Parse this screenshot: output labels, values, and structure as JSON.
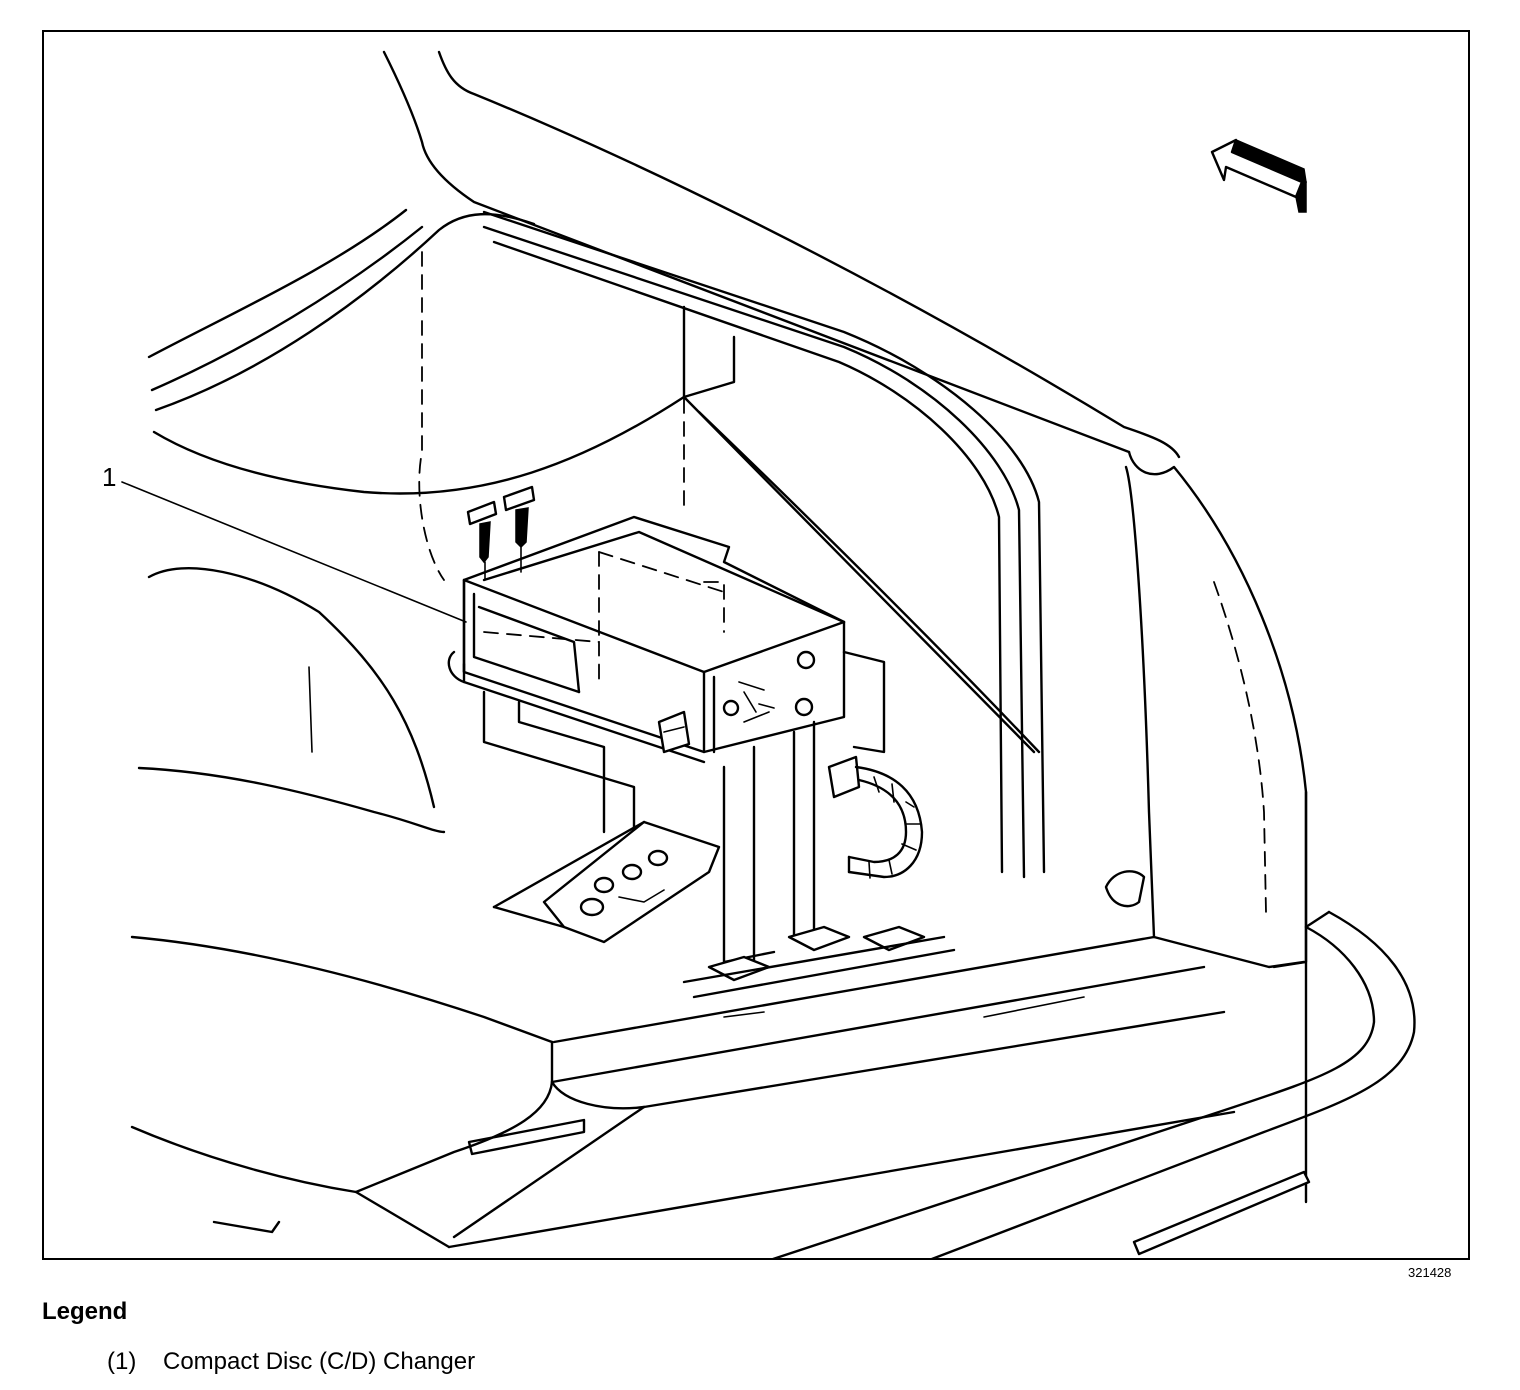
{
  "figure": {
    "callout": "1",
    "figure_id": "321428"
  },
  "legend": {
    "title": "Legend",
    "items": [
      {
        "number": "(1)",
        "label": "Compact Disc (C/D) Changer"
      }
    ]
  }
}
